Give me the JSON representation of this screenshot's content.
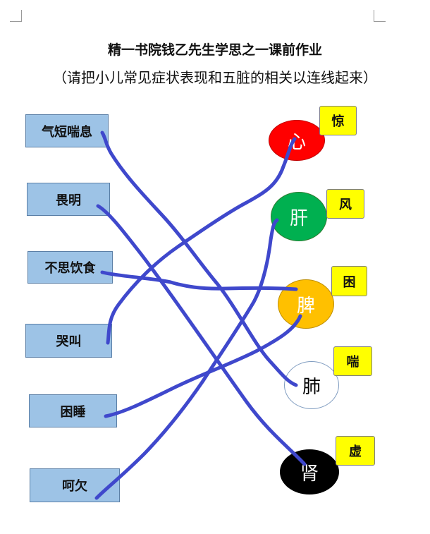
{
  "title": "精一书院钱乙先生学思之一课前作业",
  "instruction": "（请把小儿常见症状表现和五脏的相关以连线起来）",
  "symptoms": [
    {
      "label": "气短喘息"
    },
    {
      "label": "畏明"
    },
    {
      "label": "不思饮食"
    },
    {
      "label": "哭叫"
    },
    {
      "label": "困睡"
    },
    {
      "label": "呵欠"
    }
  ],
  "organs": [
    {
      "label": "心",
      "fill": "#ff0000",
      "text_color": "#ffffff",
      "tag": "惊"
    },
    {
      "label": "肝",
      "fill": "#00b050",
      "text_color": "#ffffff",
      "tag": "风"
    },
    {
      "label": "脾",
      "fill": "#ffc000",
      "text_color": "#ffffff",
      "tag": "困"
    },
    {
      "label": "肺",
      "fill": "#ffffff",
      "text_color": "#000000",
      "tag": "喘"
    },
    {
      "label": "肾",
      "fill": "#000000",
      "text_color": "#ffffff",
      "tag": "虚"
    }
  ],
  "colors": {
    "symptom_box": "#9dc3e6",
    "tag_box": "#ffff00",
    "line": "#3f48cc"
  }
}
